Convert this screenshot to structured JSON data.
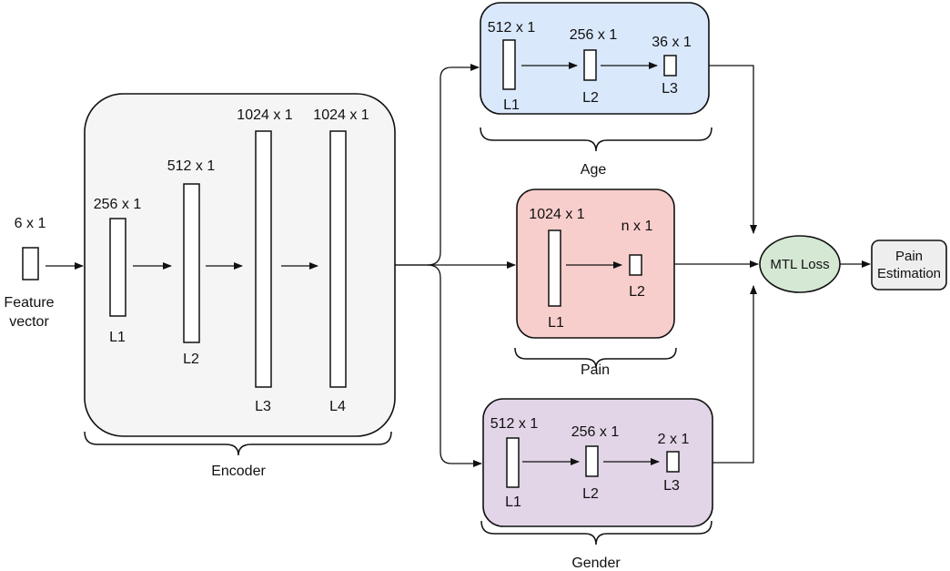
{
  "colors": {
    "encoder_fill": "#f5f5f5",
    "age_fill": "#dae8fc",
    "pain_fill": "#f8cecc",
    "gender_fill": "#e1d5e7",
    "mtl_fill": "#d5e8d4",
    "output_fill": "#eeeeee",
    "stroke": "#111111"
  },
  "input": {
    "dim": "6 x 1",
    "label_line1": "Feature",
    "label_line2": "vector"
  },
  "encoder": {
    "caption": "Encoder",
    "layers": [
      {
        "dim": "256 x 1",
        "name": "L1"
      },
      {
        "dim": "512 x 1",
        "name": "L2"
      },
      {
        "dim": "1024 x 1",
        "name": "L3"
      },
      {
        "dim": "1024 x 1",
        "name": "L4"
      }
    ]
  },
  "age": {
    "caption": "Age",
    "layers": [
      {
        "dim": "512 x 1",
        "name": "L1"
      },
      {
        "dim": "256 x 1",
        "name": "L2"
      },
      {
        "dim": "36 x 1",
        "name": "L3"
      }
    ]
  },
  "pain": {
    "caption": "Pain",
    "layers": [
      {
        "dim": "1024 x 1",
        "name": "L1"
      },
      {
        "dim": "n x 1",
        "name": "L2"
      }
    ]
  },
  "gender": {
    "caption": "Gender",
    "layers": [
      {
        "dim": "512 x 1",
        "name": "L1"
      },
      {
        "dim": "256 x 1",
        "name": "L2"
      },
      {
        "dim": "2 x 1",
        "name": "L3"
      }
    ]
  },
  "mtl_loss": {
    "label": "MTL Loss"
  },
  "output": {
    "label_line1": "Pain",
    "label_line2": "Estimation"
  }
}
